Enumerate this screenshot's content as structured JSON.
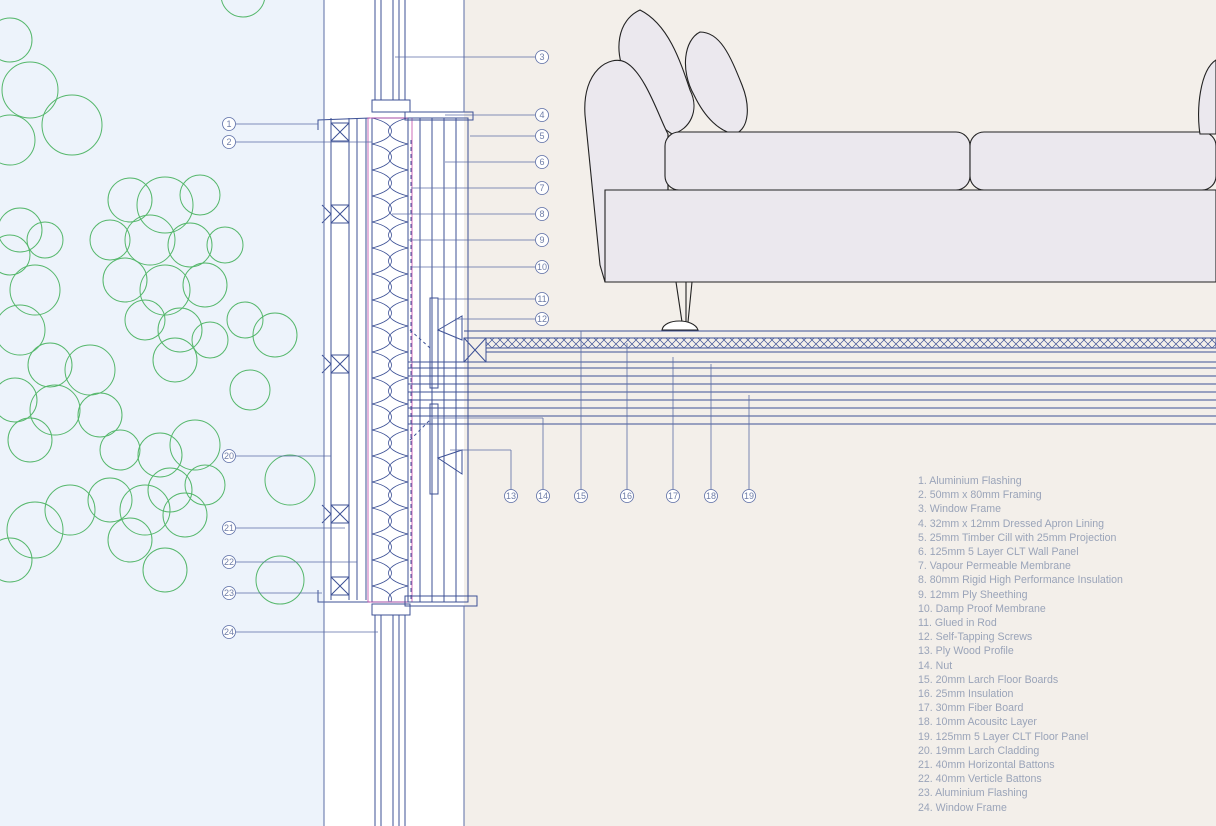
{
  "callouts": [
    "1",
    "2",
    "3",
    "4",
    "5",
    "6",
    "7",
    "8",
    "9",
    "10",
    "11",
    "12",
    "13",
    "14",
    "15",
    "16",
    "17",
    "18",
    "19",
    "20",
    "21",
    "22",
    "23",
    "24"
  ],
  "legend": [
    "1. Aluminium Flashing",
    "2. 50mm x 80mm Framing",
    "3. Window Frame",
    "4. 32mm x 12mm Dressed Apron Lining",
    "5. 25mm Timber Cill with 25mm Projection",
    "6. 125mm 5 Layer CLT Wall Panel",
    "7.  Vapour Permeable Membrane",
    "8. 80mm Rigid High Performance Insulation",
    "9. 12mm Ply Sheething",
    "10. Damp Proof Membrane",
    "11. Glued in Rod",
    "12. Self-Tapping Screws",
    "13. Ply Wood Profile",
    "14. Nut",
    "15. 20mm Larch Floor Boards",
    "16. 25mm Insulation",
    "17. 30mm Fiber Board",
    "18. 10mm Acousitc Layer",
    "19. 125mm 5 Layer CLT Floor Panel",
    "20. 19mm Larch Cladding",
    "21. 40mm Horizontal Battons",
    "22. 40mm Verticle Battons",
    "23. Aluminium Flashing",
    "24. Window Frame"
  ],
  "colors": {
    "exterior_bg": "#edf3fb",
    "interior_bg": "#f3efea",
    "line": "#3d5196",
    "leader": "#5b6da6",
    "tree": "#55b76b",
    "membrane": "#c14aa8",
    "sofa_fill": "#ebe8ee",
    "legend_text": "#9aa4b9"
  },
  "icons": [
    "tree-canopy-icon",
    "sofa-icon"
  ]
}
